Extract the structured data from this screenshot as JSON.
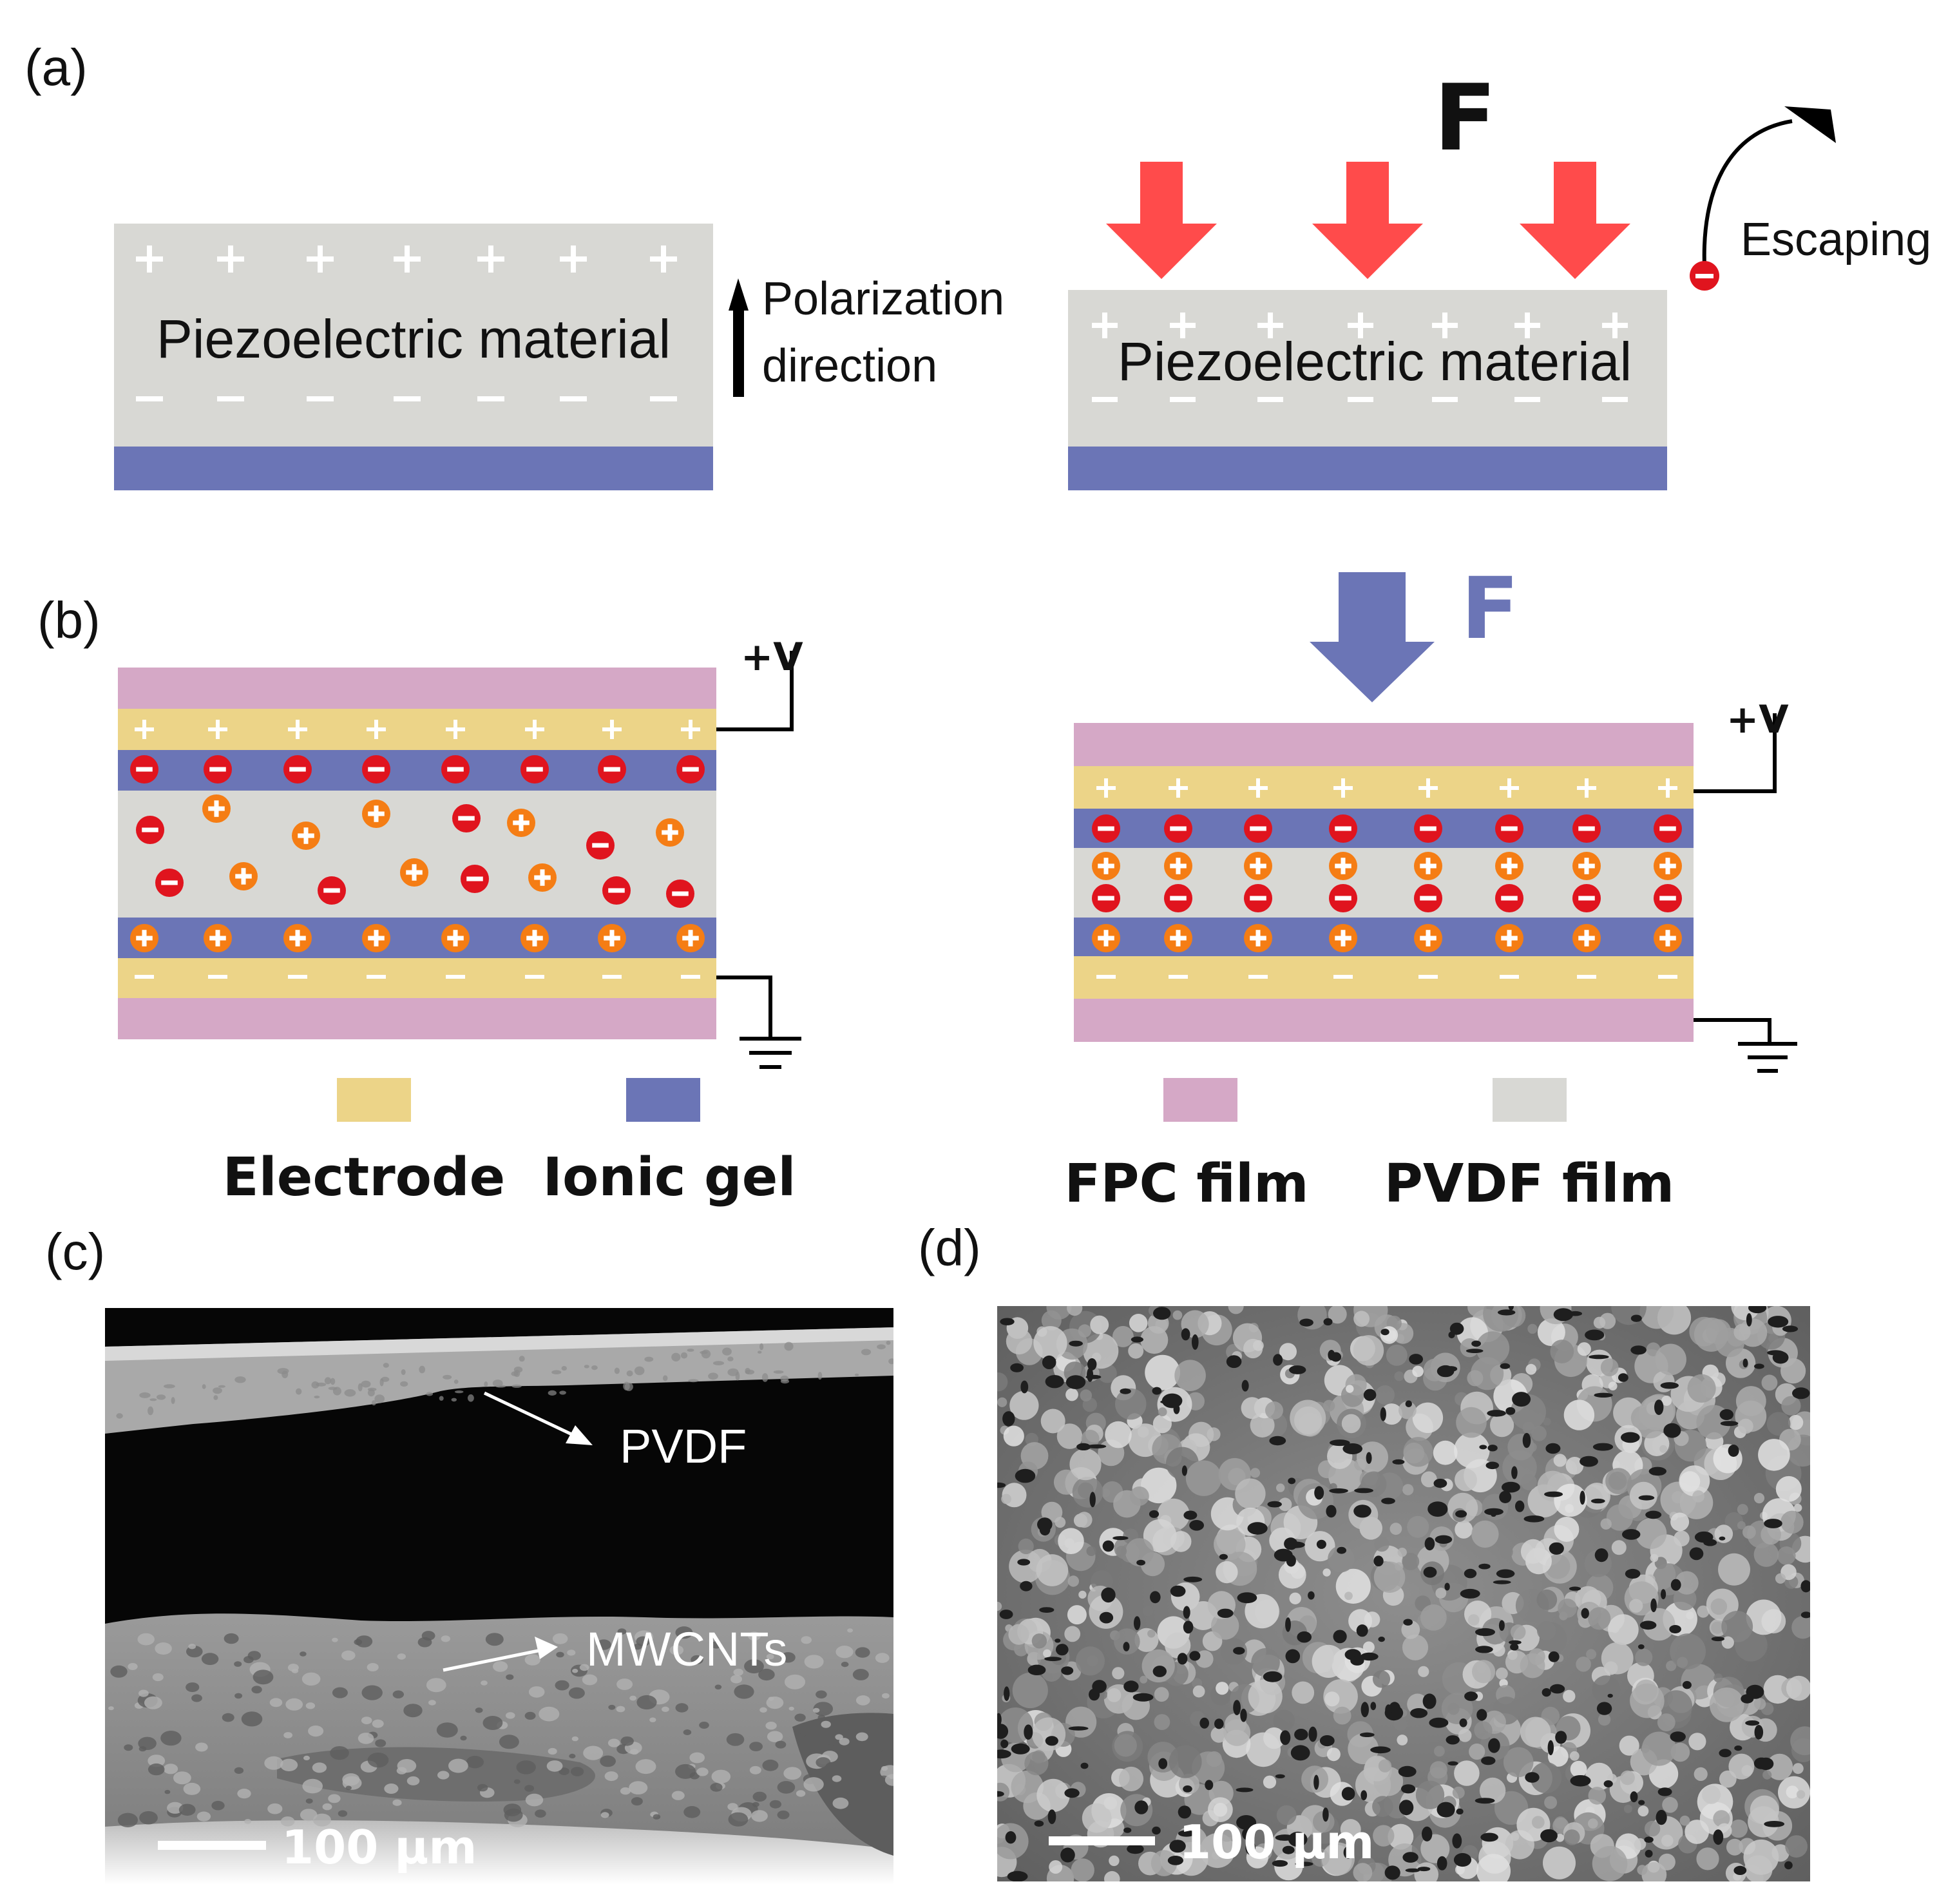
{
  "panels": {
    "a": {
      "label": "(a)",
      "material_left": "Piezoelectric material",
      "material_right": "Piezoelectric material",
      "polarization_line1": "Polarization",
      "polarization_line2": "direction",
      "force": "F",
      "escaping": "Escaping"
    },
    "b": {
      "label": "(b)",
      "voltage_left": "+V",
      "voltage_right": "+V",
      "force": "F",
      "legend": [
        "Electrode",
        "Ionic gel",
        "FPC film",
        "PVDF film"
      ]
    },
    "c": {
      "label": "(c)",
      "annotation_top": "PVDF",
      "annotation_bottom": "MWCNTs",
      "scale_bar": "100 µm"
    },
    "d": {
      "label": "(d)",
      "scale_bar": "100 µm"
    }
  },
  "colors": {
    "piezo": "#d8d8d4",
    "electrode_blue": "#6b75b6",
    "electrode_gold": "#ecd488",
    "fpc_pink": "#d5a8c6",
    "force_red": "#ff4b4b",
    "force_blue": "#6b75b6",
    "anion_red": "#e0141e",
    "cation_orange": "#f57d14"
  }
}
